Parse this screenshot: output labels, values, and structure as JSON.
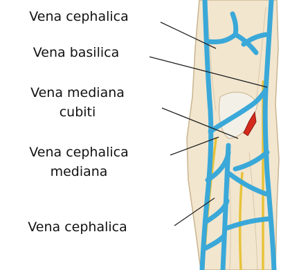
{
  "labels": [
    {
      "lines": [
        "Vena cephalica"
      ]
    },
    {
      "lines": [
        "Vena basilica"
      ]
    },
    {
      "lines": [
        "Vena mediana",
        "cubiti"
      ]
    },
    {
      "lines": [
        "Vena cephalica",
        "mediana"
      ]
    },
    {
      "lines": [
        "Vena cephalica"
      ]
    }
  ],
  "colors": {
    "vein": "#3aa8d8",
    "vein_dark": "#1f7fb0",
    "skin": "#f2e6cf",
    "skin_edge": "#c9b48e",
    "tendon": "#f3f0e8",
    "nerve": "#e8c23a",
    "artery": "#d42a1e",
    "leader_line": "#222222"
  }
}
